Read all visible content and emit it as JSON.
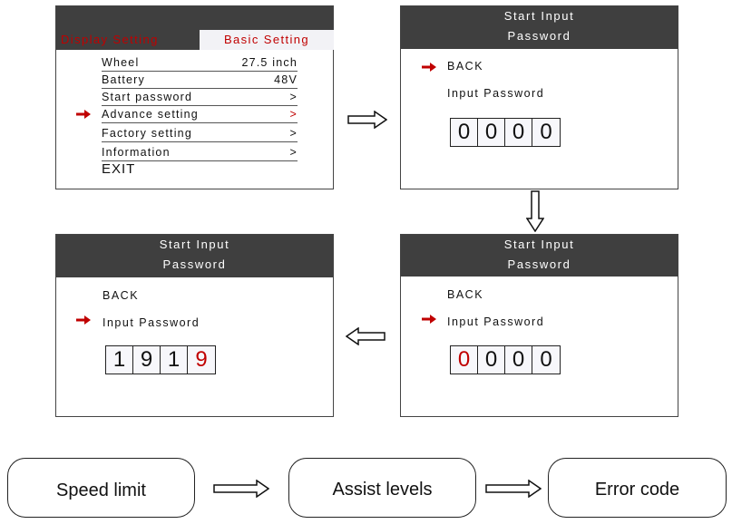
{
  "screen_menu": {
    "tab_display": "Display Setting",
    "tab_basic": "Basic Setting",
    "rows": [
      {
        "label": "Wheel",
        "value": "27.5 inch"
      },
      {
        "label": "Battery",
        "value": "48V"
      },
      {
        "label": "Start password",
        "value": ">"
      },
      {
        "label": "Advance setting",
        "value": ">"
      },
      {
        "label": "Factory setting",
        "value": ">"
      },
      {
        "label": "Information",
        "value": ">"
      }
    ],
    "exit": "EXIT"
  },
  "screen_pw1": {
    "title1": "Start Input",
    "title2": "Password",
    "back": "BACK",
    "input": "Input Password",
    "digits": [
      "0",
      "0",
      "0",
      "0"
    ]
  },
  "screen_pw2": {
    "title1": "Start Input",
    "title2": "Password",
    "back": "BACK",
    "input": "Input Password",
    "digits": [
      "0",
      "0",
      "0",
      "0"
    ]
  },
  "screen_pw3": {
    "title1": "Start Input",
    "title2": "Password",
    "back": "BACK",
    "input": "Input Password",
    "digits": [
      "1",
      "9",
      "1",
      "9"
    ]
  },
  "flow": {
    "speed_limit": "Speed limit",
    "assist_levels": "Assist levels",
    "error_code": "Error code"
  },
  "colors": {
    "accent_red": "#c00000",
    "header_bg": "#3f3f3f"
  }
}
